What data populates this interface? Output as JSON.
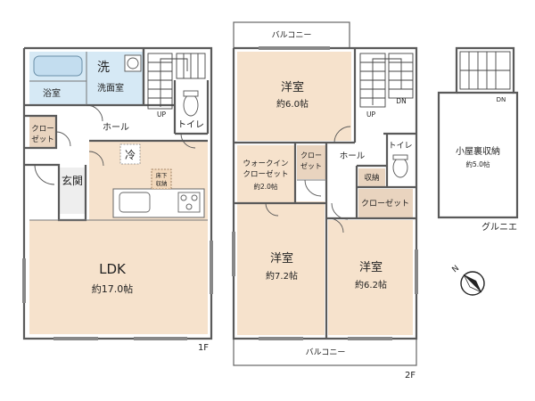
{
  "floor1": {
    "floor_label": "1F",
    "rooms": {
      "wash_char": "洗",
      "washroom": "洗面室",
      "bath": "浴室",
      "hall": "ホール",
      "toilet": "トイレ",
      "closet_l1": "クロー",
      "closet_l2": "ゼット",
      "entrance": "玄関",
      "ac": "冷",
      "underfloor_l1": "床下",
      "underfloor_l2": "収納",
      "ldk": "LDK",
      "ldk_size": "約17.0帖",
      "up": "UP"
    },
    "colors": {
      "wood": "#f6e2cc",
      "wet": "#d6e9f5",
      "closet": "#e9d4bf",
      "wall": "#5a5a5a",
      "floor": "#ffffff"
    }
  },
  "floor2": {
    "floor_label": "2F",
    "balcony_top": "バルコニー",
    "balcony_bottom": "バルコニー",
    "rooms": {
      "western_a": "洋室",
      "western_a_size": "約6.0帖",
      "wic_l1": "ウォークイン",
      "wic_l2": "クローゼット",
      "wic_size": "約2.0帖",
      "closet_small_l1": "クロー",
      "closet_small_l2": "ゼット",
      "hall": "ホール",
      "toilet": "トイレ",
      "storage": "収納",
      "closet": "クローゼット",
      "western_b": "洋室",
      "western_b_size": "約7.2帖",
      "western_c": "洋室",
      "western_c_size": "約6.2帖",
      "up": "UP",
      "dn": "DN"
    }
  },
  "loft": {
    "title": "小屋裏収納",
    "size": "約5.0帖",
    "dn": "DN",
    "brand": "グルニエ"
  },
  "compass": {
    "letter": "N",
    "icon": "north-arrow-icon"
  }
}
